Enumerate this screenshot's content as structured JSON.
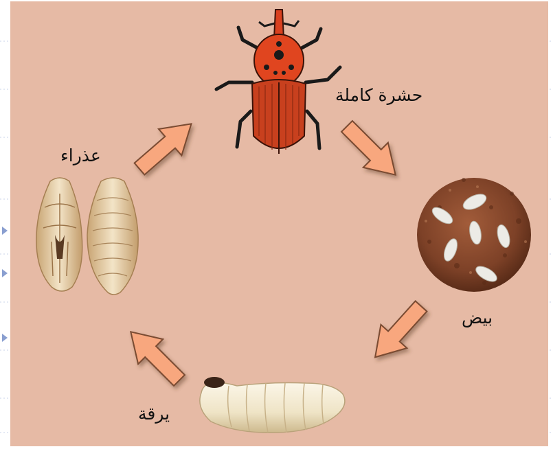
{
  "stages": {
    "adult": "حشرة كاملة",
    "egg": "بيض",
    "larva": "يرقة",
    "pupa": "عذراء"
  },
  "icons": {
    "adult": "red-palm-weevil-illustration",
    "egg": "eggs-on-soil-illustration",
    "larva": "larva-grub-illustration",
    "pupa": "pupae-illustration",
    "arrow": "cycle-arrow"
  },
  "colors": {
    "background": "#e6baa5",
    "arrow_fill": "#f8a77e",
    "arrow_stroke": "#7a4b33",
    "weevil": "#d9401f",
    "larva": "#f0e8d3",
    "pupa": "#ecd8b4",
    "soil": "#8a4b2e"
  }
}
